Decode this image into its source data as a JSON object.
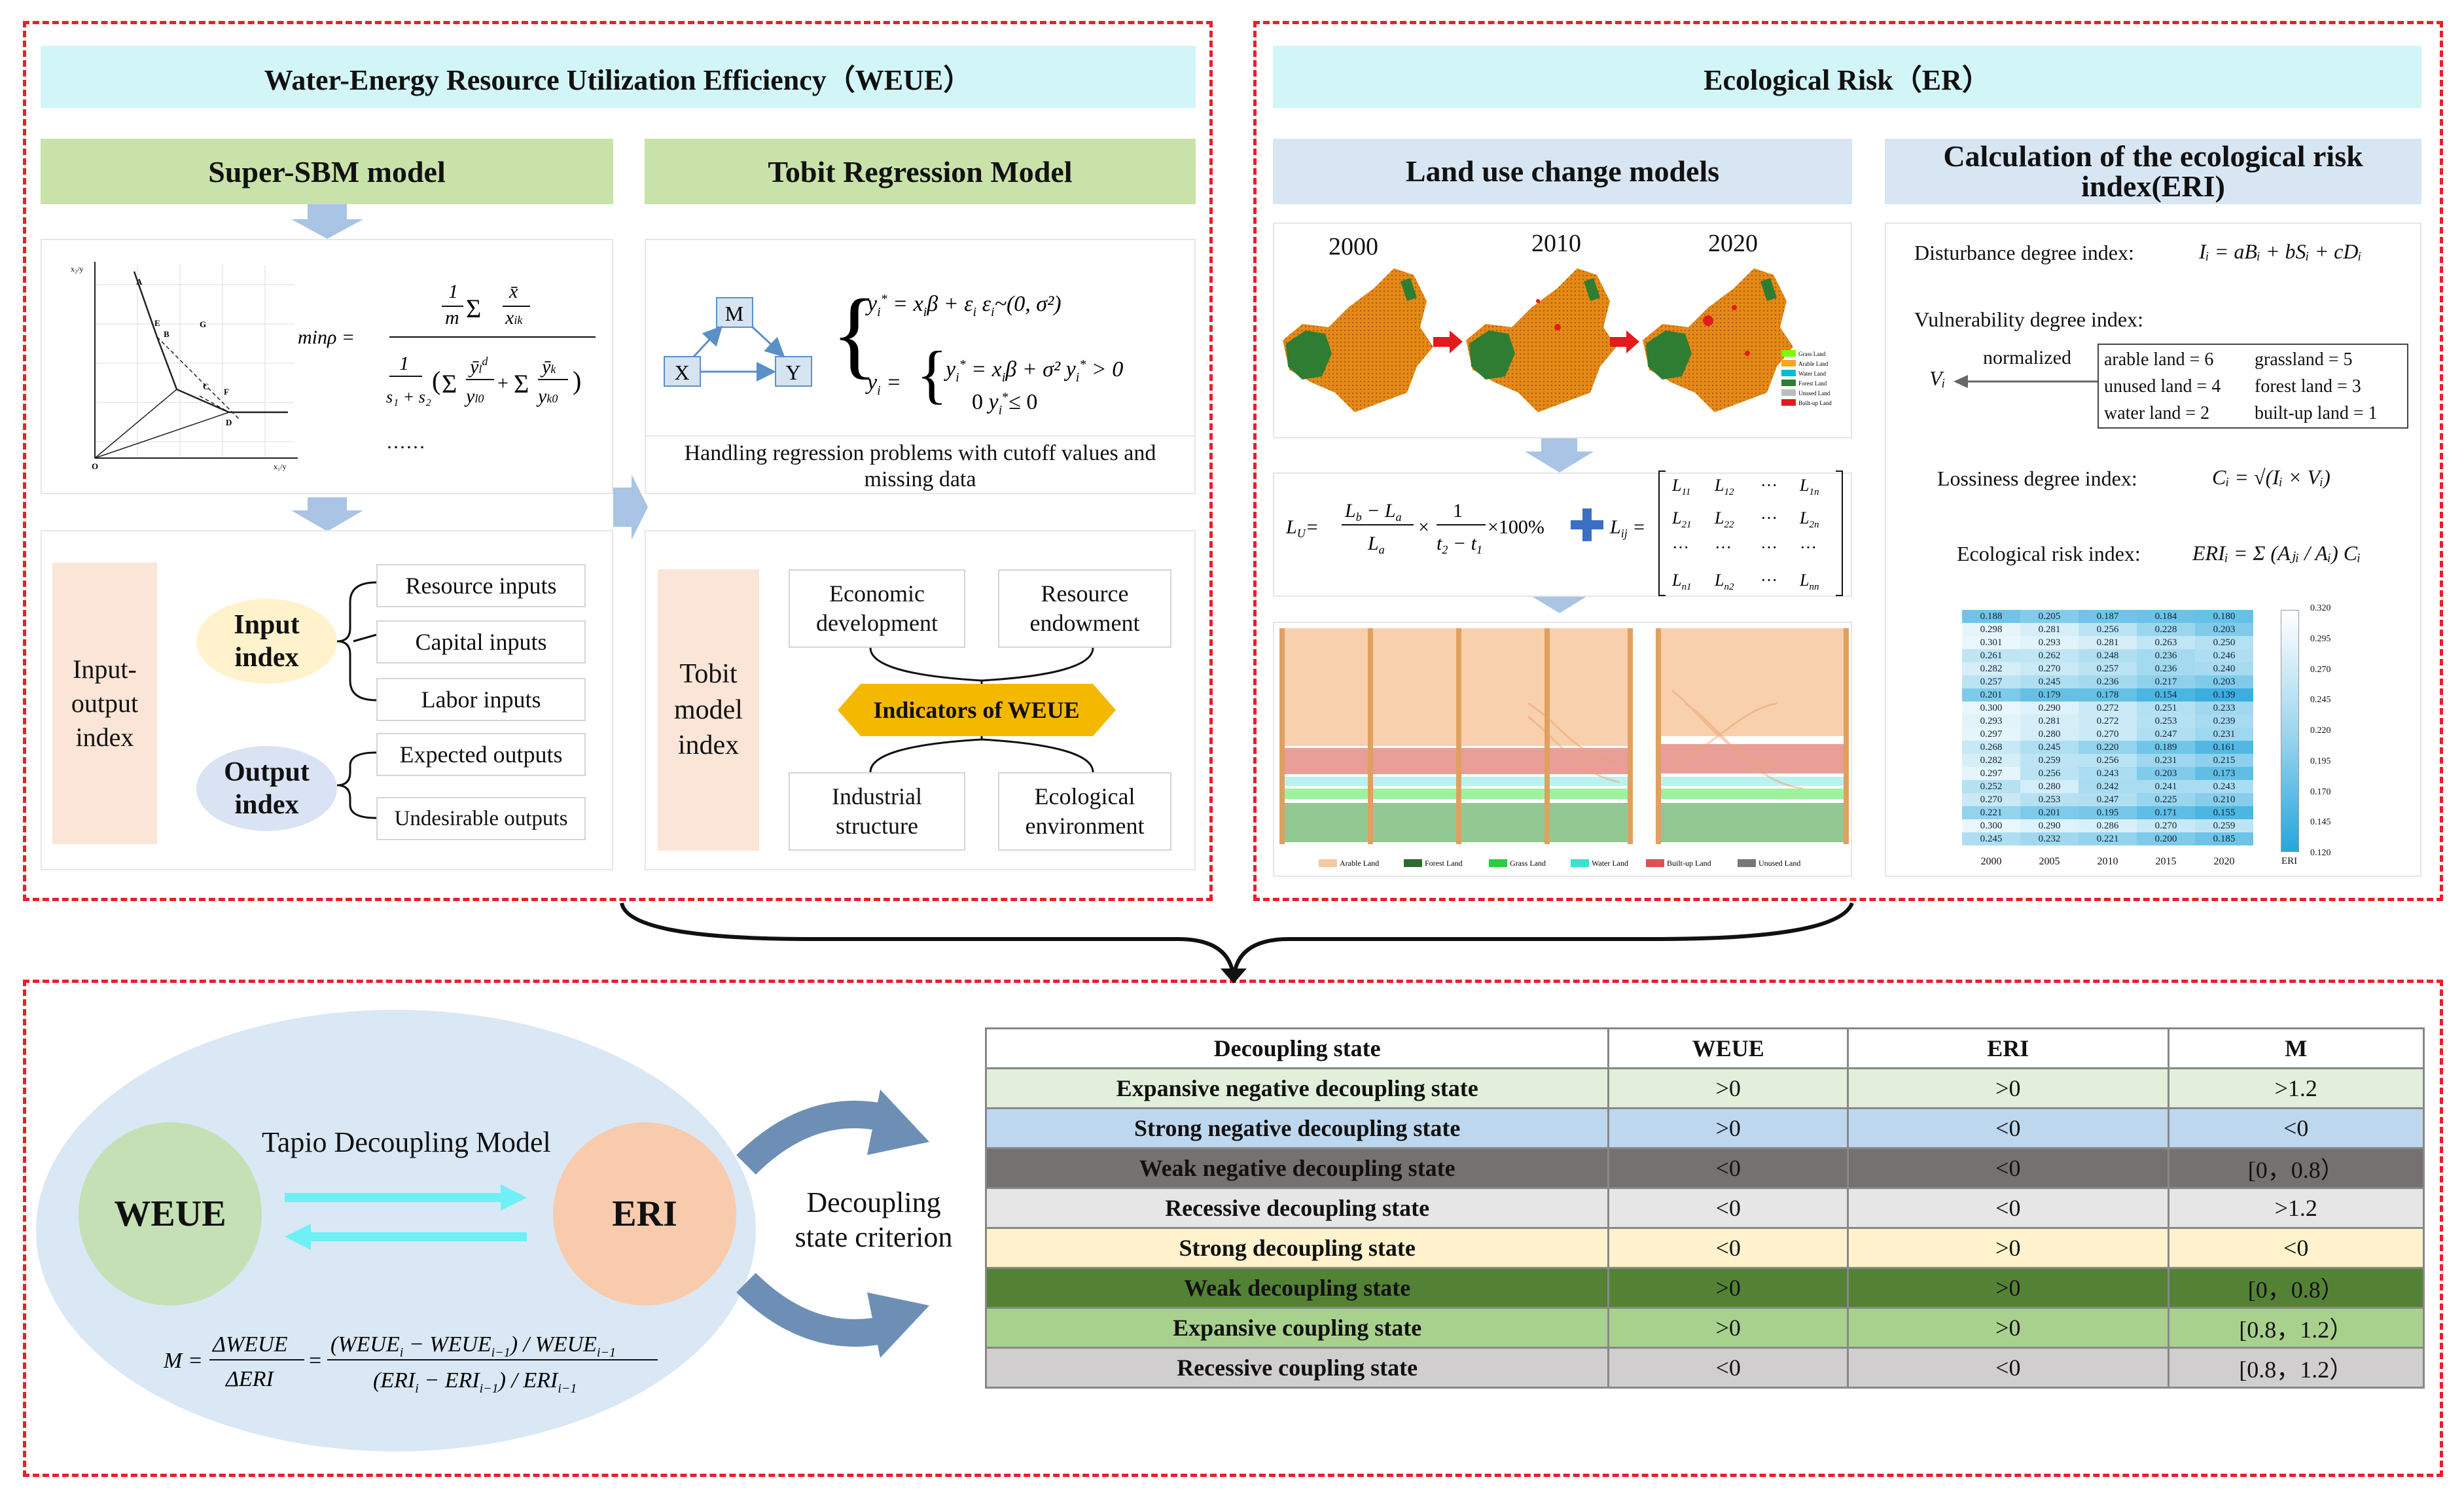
{
  "weue": {
    "title": "Water-Energy Resource Utilization Efficiency（WEUE）",
    "sbm": {
      "title": "Super-SBM model",
      "axis_y": "x₂/y",
      "axis_x": "x₁/y",
      "origin": "O",
      "points": [
        "A",
        "B",
        "C",
        "D",
        "E",
        "F",
        "G"
      ],
      "formula_lhs": "minρ =",
      "ellipsis": "……"
    },
    "tobit": {
      "title": "Tobit Regression Model",
      "nodes": [
        "X",
        "M",
        "Y"
      ],
      "note": "Handling regression problems with cutoff values and missing data"
    },
    "io": {
      "label": "Input-output index",
      "input_index": "Input index",
      "output_index": "Output index",
      "inputs": [
        "Resource inputs",
        "Capital inputs",
        "Labor inputs"
      ],
      "outputs": [
        "Expected outputs",
        "Undesirable outputs"
      ]
    },
    "tobit_index": {
      "label": "Tobit model index",
      "center": "Indicators of WEUE",
      "items": [
        "Economic development",
        "Resource endowment",
        "Industrial structure",
        "Ecological environment"
      ]
    }
  },
  "er": {
    "title": "Ecological Risk（ER）",
    "land": {
      "title": "Land use change models",
      "years": [
        "2000",
        "2010",
        "2020"
      ],
      "map_legend": [
        "Grass Land",
        "Arable Land",
        "Water Land",
        "Forest Land",
        "Unused Land",
        "Built-up Land"
      ],
      "sankey_legend": [
        "Arable Land",
        "Forest Land",
        "Grass Land",
        "Water Land",
        "Built-up Land",
        "Unused Land"
      ]
    },
    "eri": {
      "title": "Calculation of the ecological risk index(ERI)",
      "disturbance_label": "Disturbance degree index:",
      "disturbance_formula": "Iᵢ = aBᵢ + bSᵢ + cDᵢ",
      "vulnerability_label": "Vulnerability degree index:",
      "normalized": "normalized",
      "vi": "Vᵢ",
      "weights": [
        "arable land = 6",
        "grassland = 5",
        "unused land = 4",
        "forest land = 3",
        "water land = 2",
        "built-up land = 1"
      ],
      "lossiness_label": "Lossiness degree index:",
      "lossiness_formula": "Cᵢ = √(Iᵢ × Vᵢ)",
      "eri_label": "Ecological risk index:",
      "eri_formula": "ERIᵢ = Σ (Aⱼᵢ / Aᵢ) Cᵢ",
      "heatmap_years": [
        "2000",
        "2005",
        "2010",
        "2015",
        "2020"
      ],
      "colorbar_ticks": [
        "0.320",
        "0.295",
        "0.270",
        "0.245",
        "0.220",
        "0.195",
        "0.170",
        "0.145",
        "0.120"
      ],
      "colorbar_label": "ERI"
    }
  },
  "bottom": {
    "tapio_title": "Tapio Decoupling Model",
    "weue": "WEUE",
    "eri": "ERI",
    "criterion": "Decoupling state criterion",
    "formula": "M = ΔWEUE/ΔERI = ((WEUEᵢ − WEUEᵢ₋₁)/WEUEᵢ₋₁) / ((ERIᵢ − ERIᵢ₋₁)/ERIᵢ₋₁)",
    "table_header": [
      "Decoupling state",
      "WEUE",
      "ERI",
      "M"
    ]
  },
  "table_colors": [
    "#e2efda",
    "#bdd7ee",
    "#767171",
    "#e7e6e6",
    "#fff2cc",
    "#548235",
    "#a9d18e",
    "#d0cece"
  ],
  "table_rows": [
    {
      "state": "Expansive negative decoupling state",
      "weue": ">0",
      "eri": ">0",
      "m": ">1.2"
    },
    {
      "state": "Strong negative decoupling state",
      "weue": ">0",
      "eri": "<0",
      "m": "<0"
    },
    {
      "state": "Weak negative decoupling state",
      "weue": "<0",
      "eri": "<0",
      "m": "[0，0.8）"
    },
    {
      "state": "Recessive decoupling state",
      "weue": "<0",
      "eri": "<0",
      "m": ">1.2"
    },
    {
      "state": "Strong decoupling state",
      "weue": "<0",
      "eri": ">0",
      "m": "<0"
    },
    {
      "state": "Weak decoupling state",
      "weue": ">0",
      "eri": ">0",
      "m": "[0，0.8）"
    },
    {
      "state": "Expansive coupling state",
      "weue": ">0",
      "eri": ">0",
      "m": "[0.8，1.2）"
    },
    {
      "state": "Recessive coupling state",
      "weue": "<0",
      "eri": "<0",
      "m": "[0.8，1.2）"
    }
  ],
  "heatmap": [
    [
      "0.188",
      "0.205",
      "0.187",
      "0.184",
      "0.180"
    ],
    [
      "0.298",
      "0.281",
      "0.256",
      "0.228",
      "0.203"
    ],
    [
      "0.301",
      "0.293",
      "0.281",
      "0.263",
      "0.250"
    ],
    [
      "0.261",
      "0.262",
      "0.248",
      "0.236",
      "0.246"
    ],
    [
      "0.282",
      "0.270",
      "0.257",
      "0.236",
      "0.240"
    ],
    [
      "0.257",
      "0.245",
      "0.236",
      "0.217",
      "0.203"
    ],
    [
      "0.201",
      "0.179",
      "0.178",
      "0.154",
      "0.139"
    ],
    [
      "0.300",
      "0.290",
      "0.272",
      "0.251",
      "0.233"
    ],
    [
      "0.293",
      "0.281",
      "0.272",
      "0.253",
      "0.239"
    ],
    [
      "0.297",
      "0.280",
      "0.270",
      "0.247",
      "0.231"
    ],
    [
      "0.268",
      "0.245",
      "0.220",
      "0.189",
      "0.161"
    ],
    [
      "0.282",
      "0.259",
      "0.256",
      "0.231",
      "0.215"
    ],
    [
      "0.297",
      "0.256",
      "0.243",
      "0.203",
      "0.173"
    ],
    [
      "0.252",
      "0.280",
      "0.242",
      "0.241",
      "0.243"
    ],
    [
      "0.270",
      "0.253",
      "0.247",
      "0.225",
      "0.210"
    ],
    [
      "0.221",
      "0.201",
      "0.195",
      "0.171",
      "0.155"
    ],
    [
      "0.300",
      "0.290",
      "0.286",
      "0.270",
      "0.259"
    ],
    [
      "0.245",
      "0.232",
      "0.221",
      "0.200",
      "0.185"
    ]
  ]
}
